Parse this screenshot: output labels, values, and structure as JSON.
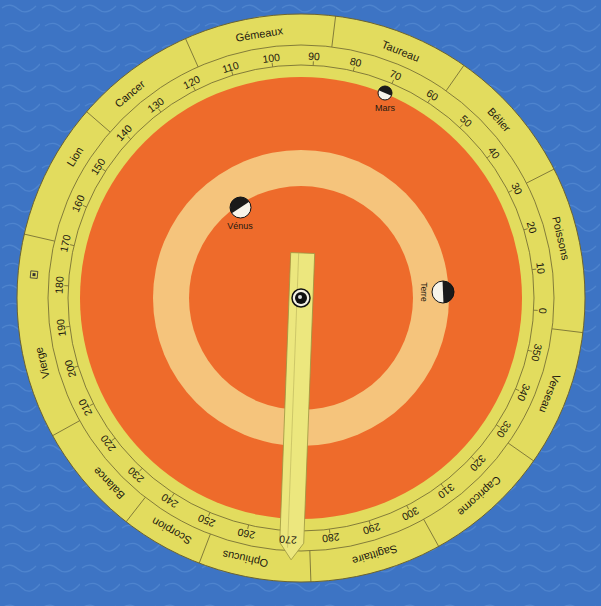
{
  "diagram": {
    "nodes": [
      {
        "text": [
          "Mars"
        ]
      },
      {
        "text": [
          "Vénus"
        ]
      },
      {
        "text": [
          "Terre"
        ]
      }
    ],
    "labels": [
      "Gémeaux",
      "Taureau",
      "Bélier",
      "Poissons",
      "Verseau",
      "Capricorne",
      "Sagittaire",
      "Ophiucus",
      "Scorpion",
      "Balance",
      "Vierge",
      "Lion",
      "Cancer",
      "0",
      "10",
      "20",
      "30",
      "40",
      "50",
      "60",
      "70",
      "80",
      "90",
      "100",
      "110",
      "120",
      "130",
      "140",
      "150",
      "160",
      "170",
      "180",
      "190",
      "200",
      "210",
      "220",
      "230",
      "240",
      "250",
      "260",
      "270",
      "280",
      "290",
      "300",
      "310",
      "320",
      "330",
      "340",
      "350"
    ]
  }
}
